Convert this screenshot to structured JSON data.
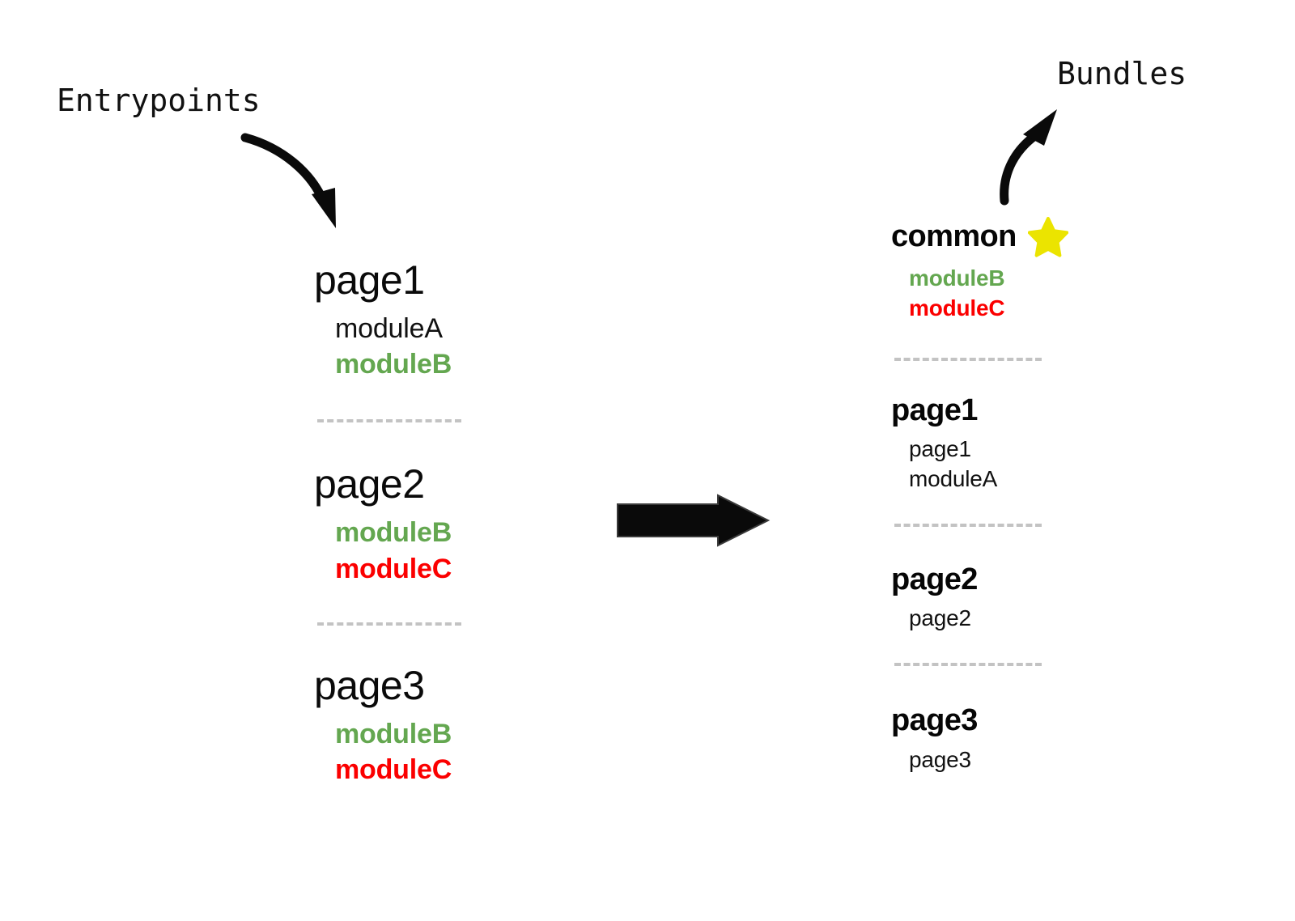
{
  "colors": {
    "green": "#64a750",
    "red": "#fb0000",
    "black": "#0a0a0a",
    "star_yellow": "#ebe400",
    "separator_gray": "#c3c3c3",
    "background": "#ffffff"
  },
  "annotations": {
    "entrypoints_label": "Entrypoints",
    "bundles_label": "Bundles"
  },
  "icons": {
    "star": "star-icon",
    "entry_arrow": "curved-arrow-down-icon",
    "bundle_arrow": "curved-arrow-up-icon",
    "transform_arrow": "right-block-arrow-icon"
  },
  "entrypoints": {
    "groups": [
      {
        "title": "page1",
        "modules": [
          {
            "name": "moduleA",
            "style": "plain"
          },
          {
            "name": "moduleB",
            "style": "green"
          }
        ]
      },
      {
        "title": "page2",
        "modules": [
          {
            "name": "moduleB",
            "style": "green"
          },
          {
            "name": "moduleC",
            "style": "red"
          }
        ]
      },
      {
        "title": "page3",
        "modules": [
          {
            "name": "moduleB",
            "style": "green"
          },
          {
            "name": "moduleC",
            "style": "red"
          }
        ]
      }
    ]
  },
  "bundles": {
    "groups": [
      {
        "title": "common",
        "has_star": true,
        "items": [
          {
            "name": "moduleB",
            "style": "green"
          },
          {
            "name": "moduleC",
            "style": "red"
          }
        ]
      },
      {
        "title": "page1",
        "has_star": false,
        "items": [
          {
            "name": "page1",
            "style": "plain"
          },
          {
            "name": "moduleA",
            "style": "plain"
          }
        ]
      },
      {
        "title": "page2",
        "has_star": false,
        "items": [
          {
            "name": "page2",
            "style": "plain"
          }
        ]
      },
      {
        "title": "page3",
        "has_star": false,
        "items": [
          {
            "name": "page3",
            "style": "plain"
          }
        ]
      }
    ]
  }
}
